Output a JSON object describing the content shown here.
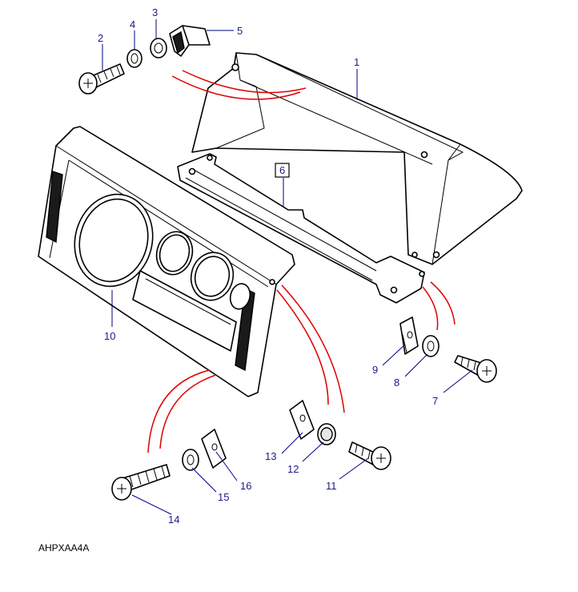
{
  "diagram": {
    "callouts": {
      "c1": "1",
      "c2": "2",
      "c3": "3",
      "c4": "4",
      "c5": "5",
      "c6": "6",
      "c7": "7",
      "c8": "8",
      "c9": "9",
      "c10": "10",
      "c11": "11",
      "c12": "12",
      "c13": "13",
      "c14": "14",
      "c15": "15",
      "c16": "16"
    },
    "drawing_code": "AHPXAA4A"
  },
  "colors": {
    "callout": "#1a1a8c",
    "assembly_path": "#e00000",
    "line": "#000000"
  }
}
